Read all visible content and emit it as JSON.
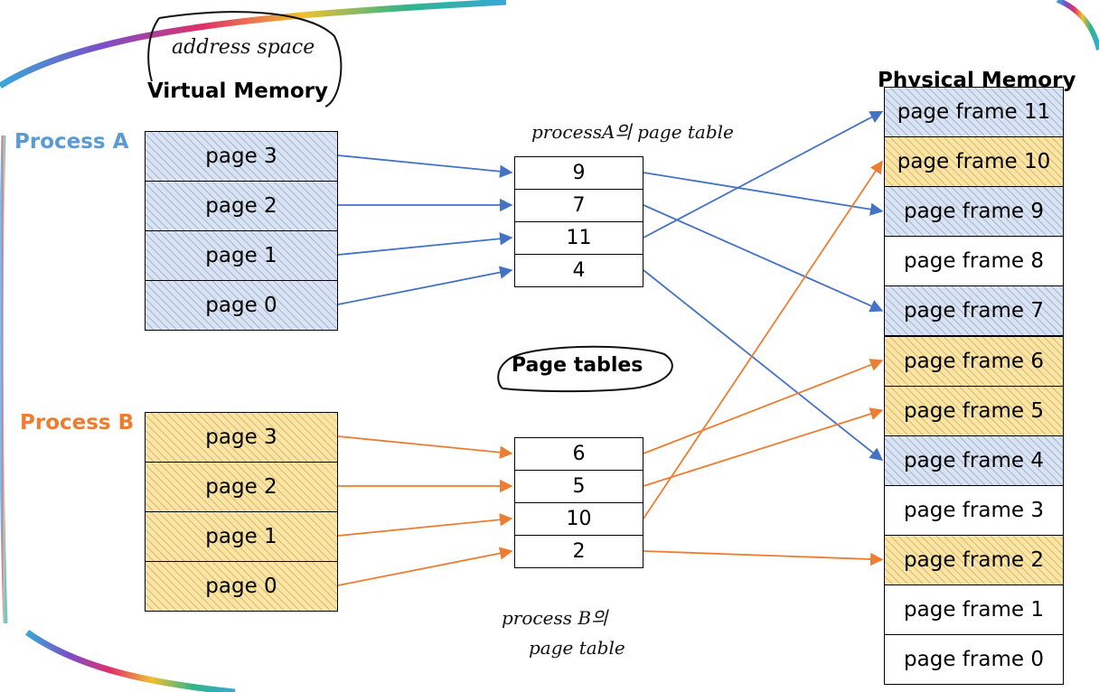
{
  "labels": {
    "process_a": "Process A",
    "process_b": "Process B",
    "virtual_memory": "Virtual Memory",
    "physical_memory": "Physical Memory",
    "page_tables": "Page tables"
  },
  "handwritten": {
    "address_space": "address space",
    "process_a_page_table": "processA의 page table",
    "process_b_page_table_1": "process B의",
    "process_b_page_table_2": "page table"
  },
  "process_a": {
    "pages": [
      "page 3",
      "page 2",
      "page 1",
      "page 0"
    ],
    "page_table": [
      "9",
      "7",
      "11",
      "4"
    ]
  },
  "process_b": {
    "pages": [
      "page 3",
      "page 2",
      "page 1",
      "page 0"
    ],
    "page_table": [
      "6",
      "5",
      "10",
      "2"
    ]
  },
  "physical_memory": {
    "frames": [
      {
        "label": "page frame 11",
        "owner": "A"
      },
      {
        "label": "page frame 10",
        "owner": "B"
      },
      {
        "label": "page frame 9",
        "owner": "A"
      },
      {
        "label": "page frame 8",
        "owner": "none"
      },
      {
        "label": "page frame 7",
        "owner": "A"
      },
      {
        "label": "page frame 6",
        "owner": "B"
      },
      {
        "label": "page frame 5",
        "owner": "B"
      },
      {
        "label": "page frame 4",
        "owner": "A"
      },
      {
        "label": "page frame 3",
        "owner": "none"
      },
      {
        "label": "page frame 2",
        "owner": "B"
      },
      {
        "label": "page frame 1",
        "owner": "none"
      },
      {
        "label": "page frame 0",
        "owner": "none"
      }
    ]
  },
  "colors": {
    "process_a": "#5b9bd5",
    "process_a_arrow": "#4472c4",
    "process_b": "#ed7d31"
  }
}
